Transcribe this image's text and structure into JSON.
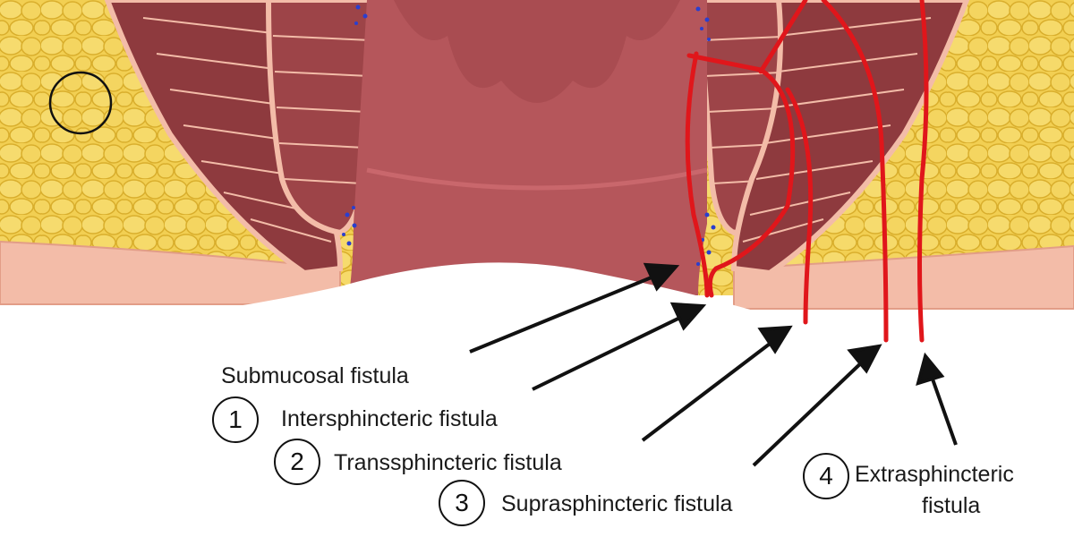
{
  "title": "",
  "colors": {
    "fat": "#f2cf52",
    "fat_shadow": "#d9ae2c",
    "muscle": "#8e3a3e",
    "muscle_light": "#a8484c",
    "mucosa": "#b5565b",
    "skin": "#f3bca8",
    "fistula": "#e0161b",
    "vessels": "#2a3fcf",
    "arrow": "#111111"
  },
  "labels": {
    "submucosal": "Submucosal fistula",
    "intersphincteric": "Intersphincteric fistula",
    "transsphincteric": "Transsphincteric fistula",
    "suprasphincteric": "Suprasphincteric fistula",
    "extrasphincteric_line1": "Extrasphincteric",
    "extrasphincteric_line2": "fistula"
  },
  "numbers": {
    "one": "1",
    "two": "2",
    "three": "3",
    "four": "4"
  }
}
